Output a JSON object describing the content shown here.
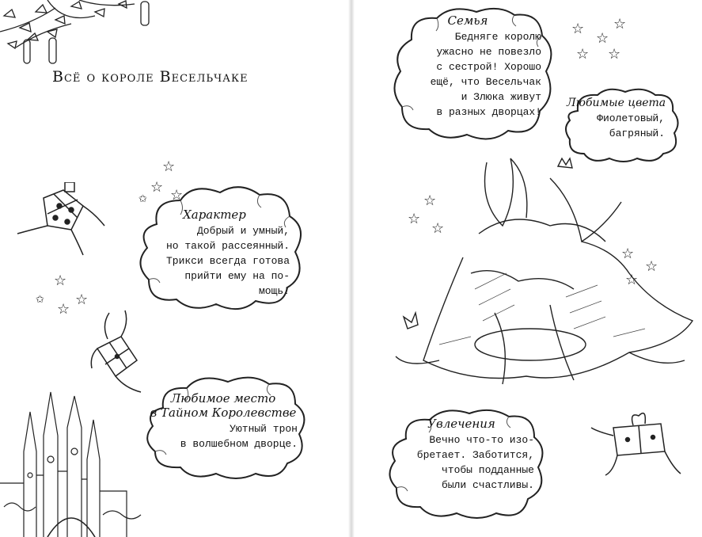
{
  "title": "Всё о короле Весельчаке",
  "clouds": {
    "character": {
      "heading": "Характер",
      "text": "Добрый и умный,\nно такой рассеянный.\nТрикси всегда готова\nприйти ему на по-\nмощь!"
    },
    "place": {
      "heading": "Любимое место\nв Тайном Королевстве",
      "text": "Уютный трон\nв волшебном дворце."
    },
    "family": {
      "heading": "Семья",
      "text": "Бедняге королю\nужасно не повезло\nс сестрой! Хорошо\nещё, что Весельчак\nи Злюка живут\nв разных дворцах!"
    },
    "colors": {
      "heading": "Любимые цвета",
      "text": "Фиолетовый,\nбагряный."
    },
    "hobby": {
      "heading": "Увлечения",
      "text": "Вечно что-то изо-\nбретает. Заботится,\nчтобы подданные\nбыли счастливы."
    }
  }
}
